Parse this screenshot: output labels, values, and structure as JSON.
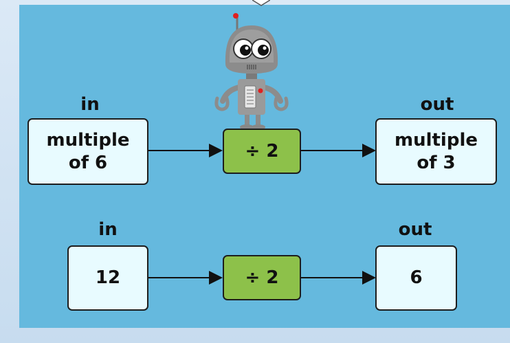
{
  "rows": [
    {
      "in_label": "in",
      "in_value": "multiple of 6",
      "operation": "÷ 2",
      "out_label": "out",
      "out_value": "multiple of 3"
    },
    {
      "in_label": "in",
      "in_value": "12",
      "operation": "÷ 2",
      "out_label": "out",
      "out_value": "6"
    }
  ],
  "icons": [
    "robot-icon",
    "arrow-icon"
  ],
  "colors": {
    "panel": "#65b9de",
    "io_box": "#e8fbff",
    "operation_box": "#8dc14a",
    "border": "#1d1d1d"
  }
}
